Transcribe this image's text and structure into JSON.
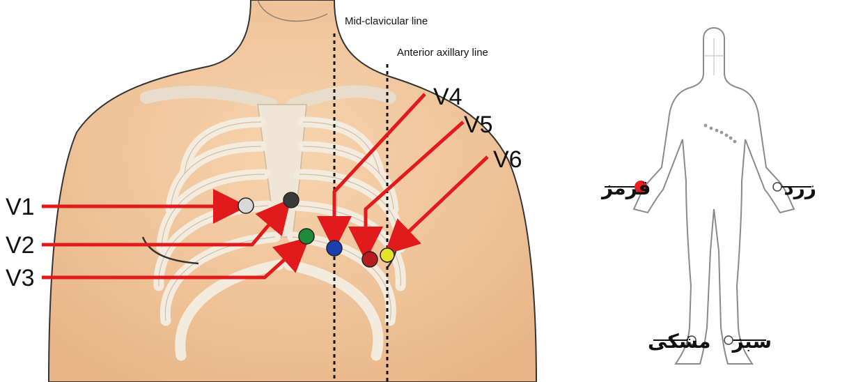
{
  "chest": {
    "mid_clavicular_label": "Mid-clavicular line",
    "anterior_axillary_label": "Anterior axillary line",
    "leads": [
      {
        "id": "v1",
        "label": "V1",
        "color": "#d9d9d9"
      },
      {
        "id": "v2",
        "label": "V2",
        "color": "#3a3a3a"
      },
      {
        "id": "v3",
        "label": "V3",
        "color": "#1e8a3a"
      },
      {
        "id": "v4",
        "label": "V4",
        "color": "#1b3fae"
      },
      {
        "id": "v5",
        "label": "V5",
        "color": "#b81d1d"
      },
      {
        "id": "v6",
        "label": "V6",
        "color": "#e6e12a"
      }
    ],
    "arrow_color": "#e11b1b",
    "skin_color": "#f2c9a0",
    "bone_color": "#f4ebdf"
  },
  "limb": {
    "labels": {
      "right_arm": "قرمز",
      "left_arm": "زرد",
      "right_leg": "مشکی",
      "left_leg": "سبز"
    },
    "right_arm_dot_color": "#ee1c1c",
    "body_fill": "#ffffff",
    "body_stroke": "#8a8a8a"
  }
}
